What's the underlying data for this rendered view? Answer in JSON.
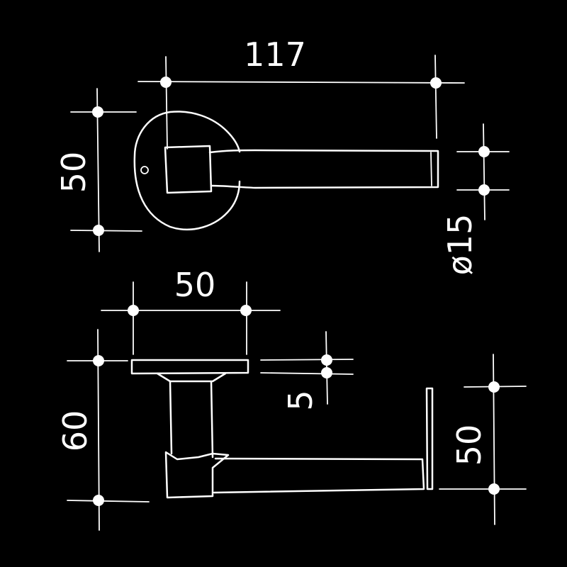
{
  "colors": {
    "background": "#000000",
    "ink": "#ffffff"
  },
  "dimensions": {
    "top_length": "117",
    "top_rose_height": "50",
    "top_diameter": "ø15",
    "bottom_rose_width": "50",
    "bottom_plate_thickness": "5",
    "bottom_total_height": "60",
    "bottom_handle_height": "50"
  }
}
